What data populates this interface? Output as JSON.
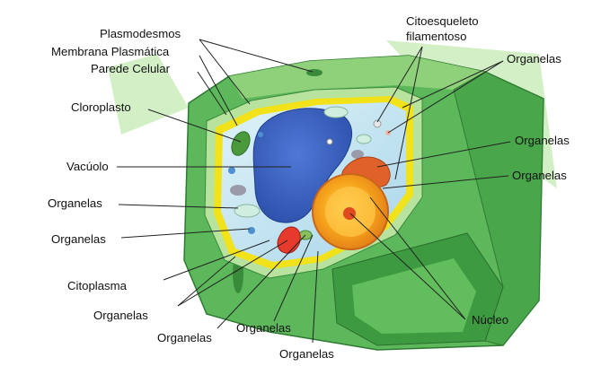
{
  "labels": {
    "plasmodesmos": "Plasmodesmos",
    "membrana": "Membrana Plasmática",
    "parede": "Parede Celular",
    "cloroplasto": "Cloroplasto",
    "vacuolo": "Vacúolo",
    "organelas_left1": "Organelas",
    "organelas_left2": "Organelas",
    "citoplasma": "Citoplasma",
    "organelas_bottom1": "Organelas",
    "organelas_bottom2": "Organelas",
    "organelas_bottom3": "Organelas",
    "organelas_bottom4": "Organelas",
    "nucleo": "Núcleo",
    "citoesqueleto_1": "Citoesqueleto",
    "citoesqueleto_2": "filamentoso",
    "organelas_right1": "Organelas",
    "organelas_right2": "Organelas",
    "organelas_right3": "Organelas"
  },
  "colors": {
    "outer_wall": "#5cb85a",
    "wall_light": "#c9ecbc",
    "membrane": "#f2e21a",
    "cytoplasm": "#bfe2ef",
    "vacuole": "#3a62c2",
    "nucleus": "#f5a21c",
    "nucleolus": "#e04a1e",
    "chloroplast": "#4a9a3c"
  }
}
